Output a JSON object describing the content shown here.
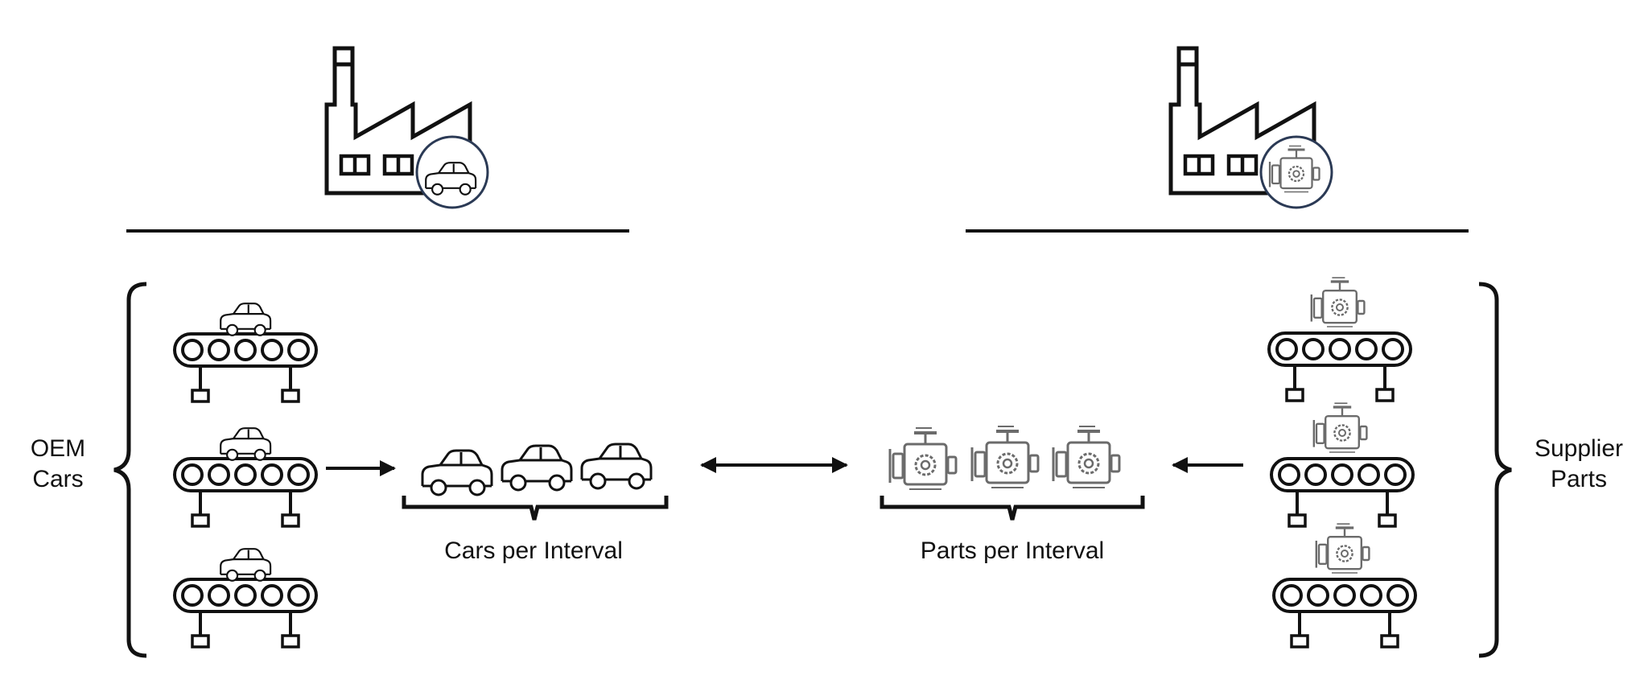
{
  "labels": {
    "oem_line1": "OEM",
    "oem_line2": "Cars",
    "supplier_line1": "Supplier",
    "supplier_line2": "Parts",
    "cars_per_interval": "Cars per Interval",
    "parts_per_interval": "Parts per Interval"
  },
  "icons": {
    "oem_factory": "factory-icon",
    "supplier_factory": "factory-icon",
    "car": "car-icon",
    "engine_part": "engine-icon",
    "conveyor": "conveyor-belt-icon"
  },
  "colors": {
    "stroke": "#111111",
    "part_gray": "#6b6b6b",
    "badge_border": "#2b3a55"
  }
}
